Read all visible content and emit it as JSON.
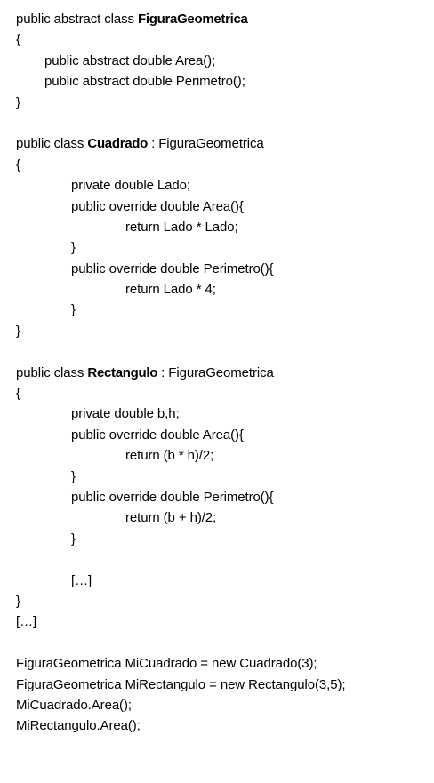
{
  "figura_block": {
    "decl_prefix": "public abstract class ",
    "class_name": "FiguraGeometrica",
    "open_brace": "{",
    "area_decl": "public abstract double Area();",
    "perimetro_decl": "public abstract double Perimetro();",
    "close_brace": "}"
  },
  "cuadrado_block": {
    "decl_prefix": "public class ",
    "class_name": "Cuadrado",
    "decl_suffix": " : FiguraGeometrica",
    "open_brace": "{",
    "field": "private double Lado;",
    "area_sig": "public override double Area(){",
    "area_return": "return Lado * Lado;",
    "area_close": "}",
    "perimetro_sig": "public override double Perimetro(){",
    "perimetro_return": "return Lado * 4;",
    "perimetro_close": "}",
    "close_brace": "}"
  },
  "rectangulo_block": {
    "decl_prefix": "public class ",
    "class_name": "Rectangulo",
    "decl_suffix": " : FiguraGeometrica",
    "open_brace": "{",
    "field": "private double b,h;",
    "area_sig": "public override double Area(){",
    "area_return": "return (b * h)/2;",
    "area_close": "}",
    "perimetro_sig": "public override double Perimetro(){",
    "perimetro_return": "return (b + h)/2;",
    "perimetro_close": "}",
    "ellipsis_inner": "[…]",
    "close_brace": "}"
  },
  "ellipsis_outer": "[…]",
  "usage": [
    "FiguraGeometrica MiCuadrado = new Cuadrado(3);",
    "FiguraGeometrica MiRectangulo = new Rectangulo(3,5);",
    "MiCuadrado.Area();",
    "MiRectangulo.Area();"
  ]
}
